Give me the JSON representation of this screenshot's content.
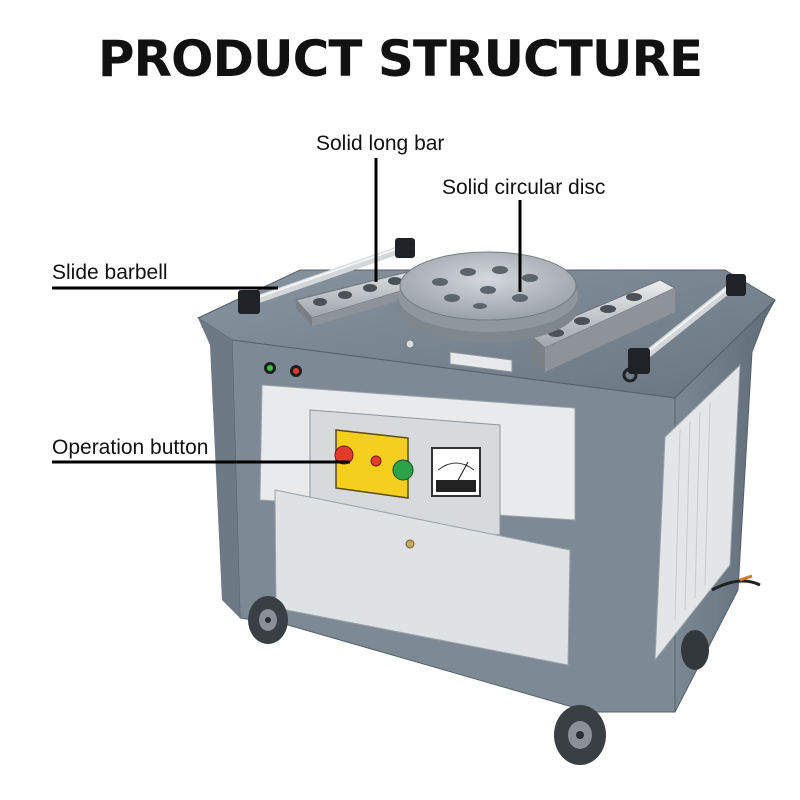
{
  "title": "PRODUCT STRUCTURE",
  "labels": {
    "solid_long_bar": "Solid long bar",
    "solid_circular_disc": "Solid circular disc",
    "slide_barbell": "Slide barbell",
    "operation_button": "Operation button"
  },
  "colors": {
    "machine_body": "#6f7d89",
    "panel_light": "#e6e8ea",
    "disc_metal": "#b6bcc2",
    "button_red": "#e23b2b",
    "button_green": "#2aa34a",
    "warning_yellow": "#f4cf1e"
  }
}
